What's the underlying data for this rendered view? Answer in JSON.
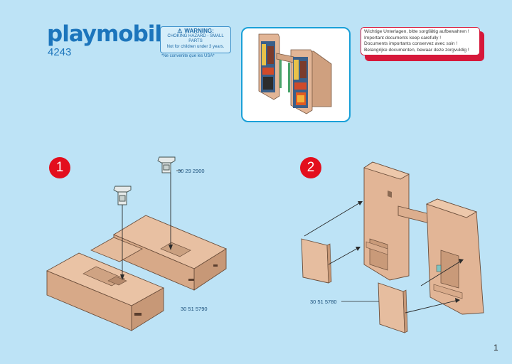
{
  "header": {
    "brand": "playmobil",
    "model_number": "4243"
  },
  "warning": {
    "title": "WARNING:",
    "line1": "CHOKING HAZARD - SMALL PARTS",
    "line2": "Not for children under 3 years.",
    "usa_note": "*Ne convenite que les USA*"
  },
  "notice": {
    "lines": [
      "Wichtige Unterlagen, bitte sorgfältig aufbewahren !",
      "Important documents keep carefully !",
      "Documents importants conservez avec soin !",
      "Belangrijke documenten, bewaar deze zorgvuldig !"
    ]
  },
  "steps": {
    "step1": {
      "number": "1",
      "parts": [
        "30 29 2900",
        "30 51 5790"
      ]
    },
    "step2": {
      "number": "2",
      "parts": [
        "30 51 5780"
      ]
    }
  },
  "footer": {
    "page_number": "1"
  },
  "colors": {
    "background": "#bde3f6",
    "brand_blue": "#1c75bc",
    "step_red": "#e30e1d",
    "stone": "#e2b596"
  }
}
